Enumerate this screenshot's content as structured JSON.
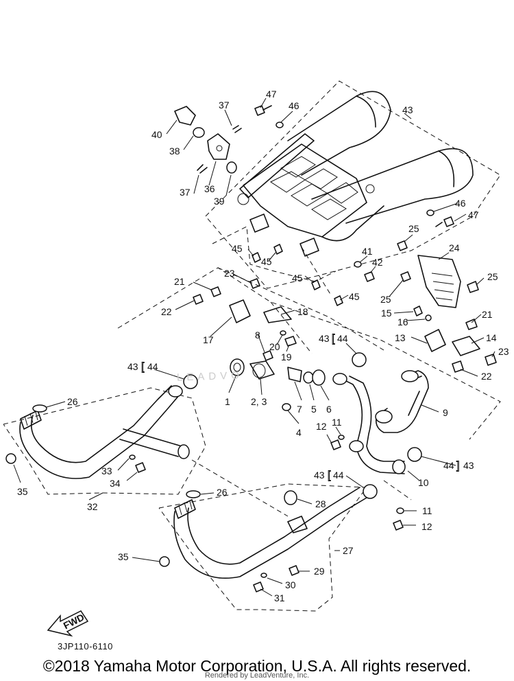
{
  "diagram_code": "3JP110-6110",
  "copyright": "©2018 Yamaha Motor Corporation, U.S.A. All rights reserved.",
  "rendered_by": "Rendered by LeadVenture, Inc.",
  "watermark": "LEADVO",
  "fwd_label": "FWD",
  "labels": {
    "l1": "1",
    "l23": "2, 3",
    "l4": "4",
    "l5": "5",
    "l6": "6",
    "l7": "7",
    "l8": "8",
    "l9": "9",
    "l10": "10",
    "l11a": "11",
    "l11b": "11",
    "l12a": "12",
    "l12b": "12",
    "l13": "13",
    "l14": "14",
    "l15": "15",
    "l16": "16",
    "l17": "17",
    "l18": "18",
    "l19": "19",
    "l20": "20",
    "l21a": "21",
    "l21b": "21",
    "l22a": "22",
    "l22b": "22",
    "l23a": "23",
    "l23b": "23",
    "l24": "24",
    "l25a": "25",
    "l25b": "25",
    "l25c": "25",
    "l26a": "26",
    "l26b": "26",
    "l27": "27",
    "l28": "28",
    "l29": "29",
    "l30": "30",
    "l31": "31",
    "l32": "32",
    "l33": "33",
    "l34": "34",
    "l35a": "35",
    "l35b": "35",
    "l36": "36",
    "l37a": "37",
    "l37b": "37",
    "l38": "38",
    "l39": "39",
    "l40": "40",
    "l41": "41",
    "l42": "42",
    "l43a": "43",
    "l43b": "43",
    "l43c": "43",
    "l43d": "43",
    "l43e": "43",
    "l44a": "44",
    "l44b": "44",
    "l44c": "44",
    "l44d": "44",
    "l45a": "45",
    "l45b": "45",
    "l45c": "45",
    "l45d": "45",
    "l46a": "46",
    "l46b": "46",
    "l47a": "47",
    "l47b": "47"
  }
}
